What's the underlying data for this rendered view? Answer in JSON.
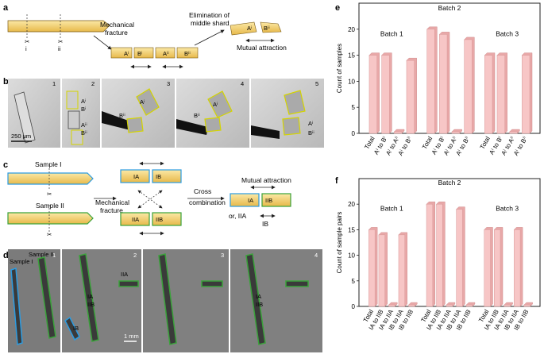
{
  "panels": {
    "a": {
      "label": "a",
      "cut_labels": [
        "i",
        "ii"
      ],
      "mechanical": [
        "Mechanical",
        "fracture"
      ],
      "elimination": [
        "Elimination of",
        "middle shard"
      ],
      "mutual": "Mutual attraction",
      "shards": [
        "Aⁱ",
        "Bⁱ",
        "Aⁱⁱ",
        "Bⁱⁱ"
      ],
      "pair": [
        "Aⁱ",
        "Bⁱⁱ"
      ]
    },
    "b": {
      "label": "b",
      "frames": [
        "1",
        "2",
        "3",
        "4",
        "5"
      ],
      "scale": "250 μm",
      "tags": {
        "f2": [
          "Aⁱ",
          "Bⁱ",
          "Aⁱⁱ",
          "Bⁱⁱ"
        ],
        "f3": [
          "Aⁱ",
          "Bⁱⁱ"
        ],
        "f4": [
          "Aⁱ",
          "Bⁱⁱ"
        ],
        "f5": [
          "Aⁱ",
          "Bⁱⁱ"
        ]
      }
    },
    "c": {
      "label": "c",
      "sample1": "Sample I",
      "sample2": "Sample II",
      "mechanical": [
        "Mechanical",
        "fracture"
      ],
      "cross": [
        "Cross",
        "combination"
      ],
      "mutual": "Mutual attraction",
      "tags": [
        "IA",
        "IB",
        "IIA",
        "IIB"
      ],
      "result": [
        "IA",
        "IIB"
      ],
      "or_text": "or,  IIA",
      "ib": "IB"
    },
    "d": {
      "label": "d",
      "frames": [
        "1",
        "2",
        "3",
        "4"
      ],
      "sample1": "Sample I",
      "sample2": "Sample II",
      "scale": "1 mm",
      "tags": [
        "IA",
        "IIB",
        "IIA",
        "IB"
      ]
    }
  },
  "chart_data": [
    {
      "panel": "e",
      "type": "bar",
      "ylabel": "Count of samples",
      "ylim": [
        0,
        25
      ],
      "yticks": [
        0,
        5,
        10,
        15,
        20
      ],
      "bar_color": "#f7c6c6",
      "groups": [
        {
          "name": "Batch 1",
          "categories": [
            "Total",
            "Aⁱ to Bⁱ",
            "Aⁱ to Aⁱⁱ",
            "Aⁱ to Bⁱⁱ"
          ],
          "values": [
            15,
            15,
            0.3,
            14
          ]
        },
        {
          "name": "Batch 2",
          "categories": [
            "Total",
            "Aⁱ to Bⁱ",
            "Aⁱ to Aⁱⁱ",
            "Aⁱ to Bⁱⁱ"
          ],
          "values": [
            20,
            19,
            0.3,
            18
          ]
        },
        {
          "name": "Batch 3",
          "categories": [
            "Total",
            "Aⁱ to Bⁱ",
            "Aⁱ to Aⁱⁱ",
            "Aⁱ to Bⁱⁱ"
          ],
          "values": [
            15,
            15,
            0.3,
            15
          ]
        }
      ]
    },
    {
      "panel": "f",
      "type": "bar",
      "ylabel": "Count of sample pairs",
      "ylim": [
        0,
        25
      ],
      "yticks": [
        0,
        5,
        10,
        15,
        20
      ],
      "bar_color": "#f7c6c6",
      "groups": [
        {
          "name": "Batch 1",
          "categories": [
            "Total",
            "IA to IIB",
            "IA to IIA",
            "IB to IIA",
            "IB to IIB"
          ],
          "values": [
            15,
            14,
            0.3,
            14,
            0.3
          ]
        },
        {
          "name": "Batch 2",
          "categories": [
            "Total",
            "IA to IIB",
            "IA to IIA",
            "IB to IIA",
            "IB to IIB"
          ],
          "values": [
            20,
            20,
            0.3,
            19,
            0.3
          ]
        },
        {
          "name": "Batch 3",
          "categories": [
            "Total",
            "IA to IIB",
            "IA to IIA",
            "IB to IIA",
            "IB to IIB"
          ],
          "values": [
            15,
            15,
            0.3,
            15,
            0.3
          ]
        }
      ]
    }
  ]
}
